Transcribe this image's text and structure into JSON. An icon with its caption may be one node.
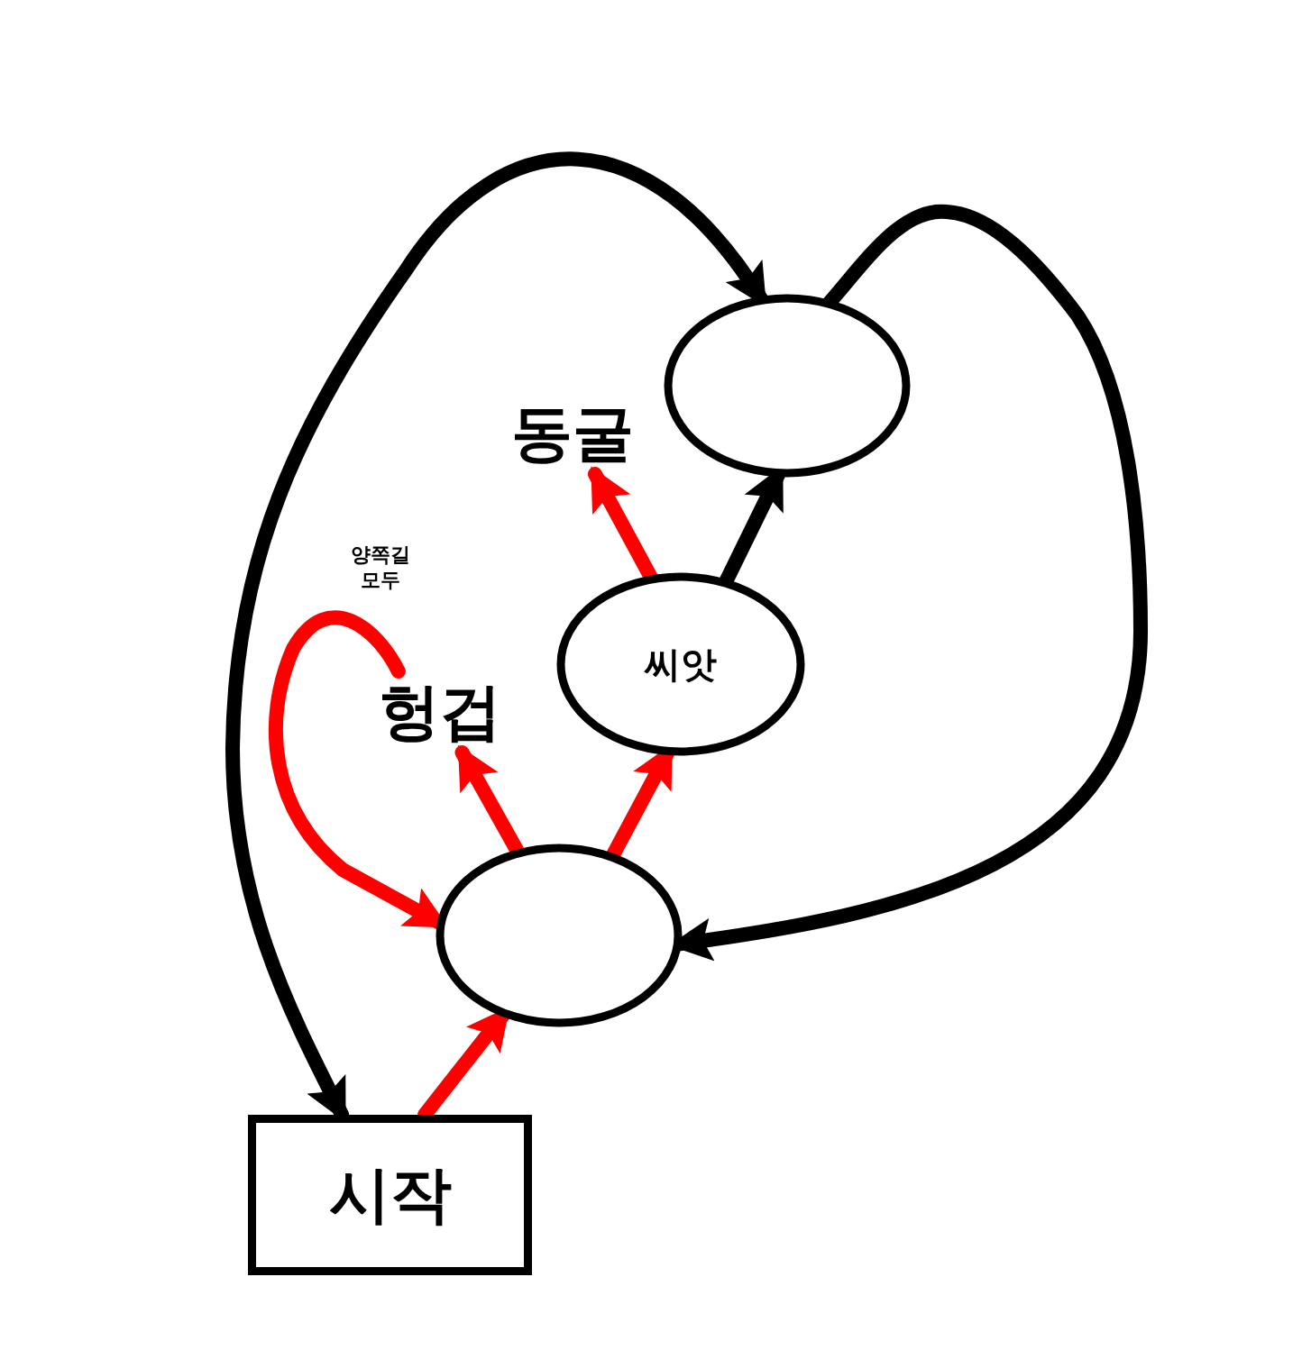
{
  "diagram": {
    "nodes": [
      {
        "text": [
          "시작"
        ]
      },
      {
        "text": [],
        "shape": "circle"
      },
      {
        "text": [
          "헝겁"
        ]
      },
      {
        "text": [
          "씨앗"
        ]
      },
      {
        "text": [
          "동굴"
        ]
      },
      {
        "text": [],
        "shape": "circle"
      }
    ],
    "edges": [
      {
        "from": 0,
        "to": 1,
        "arrow": "to"
      },
      {
        "from": 1,
        "to": 2,
        "arrow": "to"
      },
      {
        "from": 1,
        "to": 3,
        "arrow": "to"
      },
      {
        "from": 3,
        "to": 4,
        "arrow": "to"
      },
      {
        "from": 3,
        "to": 5,
        "arrow": "to",
        "color": "#000000"
      },
      {
        "from": 5,
        "to": 1,
        "arrow": "to",
        "color": "#000000"
      },
      {
        "from": 5,
        "to": 0,
        "arrow": "both",
        "color": "#000000"
      },
      {
        "from": 2,
        "to": 1,
        "arrow": "to",
        "label": "양쪽길 모두"
      }
    ]
  }
}
